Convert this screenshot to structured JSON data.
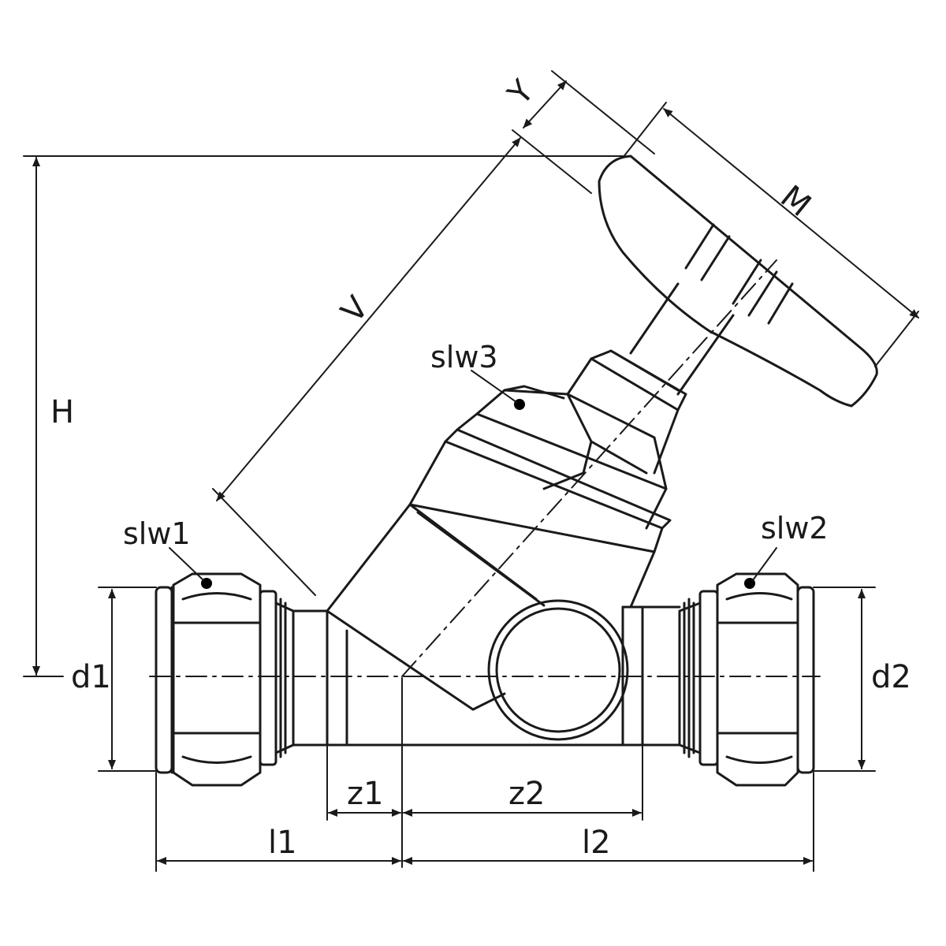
{
  "diagram": {
    "labels": {
      "H": "H",
      "V": "V",
      "Y": "Y",
      "M": "M",
      "slw1": "slw1",
      "slw2": "slw2",
      "slw3": "slw3",
      "d1": "d1",
      "d2": "d2",
      "z1": "z1",
      "z2": "z2",
      "l1": "l1",
      "l2": "l2"
    },
    "colors": {
      "line": "#1a1a1a",
      "background": "#ffffff",
      "marker": "#000000"
    }
  }
}
